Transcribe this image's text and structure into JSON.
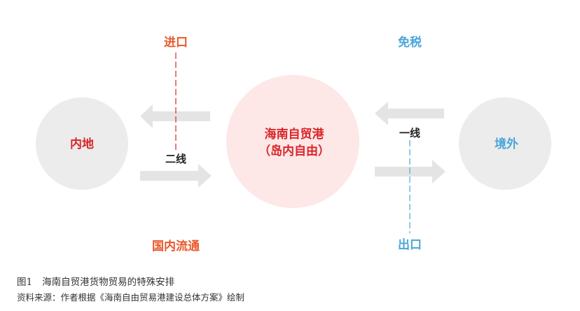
{
  "nodes": {
    "mainland": "内地",
    "hainan_line1": "海南自贸港",
    "hainan_line2": "（岛内自由）",
    "overseas": "境外"
  },
  "labels": {
    "import": "进口",
    "second_line": "二线",
    "domestic_circulation": "国内流通",
    "tax_free": "免税",
    "first_line": "一线",
    "export": "出口"
  },
  "caption": {
    "figure_number": "图1",
    "title": "海南自贸港货物贸易的特殊安排",
    "source": "资料来源：作者根据《海南自由贸易港建设总体方案》绘制"
  },
  "colors": {
    "circle_gray": "#ececec",
    "circle_pink": "#fde7e7",
    "arrow_gray": "#e4e4e4",
    "red": "#d9262a",
    "orange": "#e8582b",
    "blue": "#4aa6d8",
    "dark_text": "#222222"
  }
}
